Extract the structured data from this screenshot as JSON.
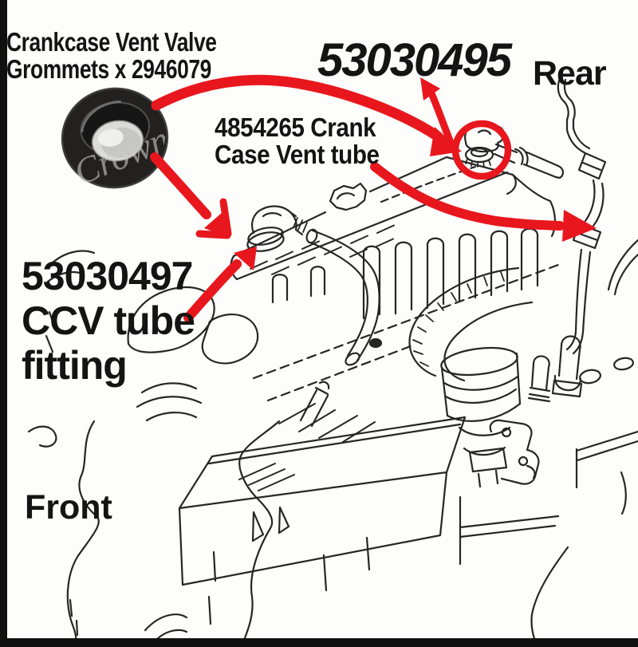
{
  "labels": {
    "grommets": {
      "line1": "Crankcase Vent Valve",
      "line2": "Grommets x 2946079"
    },
    "rear_part_number": "53030495",
    "rear": "Rear",
    "vent_tube": {
      "line1": "4854265 Crank",
      "line2": "Case Vent tube"
    },
    "ccv": {
      "line1": "53030497",
      "line2": "CCV tube",
      "line3": "fitting"
    },
    "front": "Front",
    "watermark": "Crown"
  },
  "colors": {
    "annotation_red": "#e8171d",
    "line_art_black": "#262626",
    "text_black": "#141414",
    "frame_black": "#111111",
    "grommet_rubber": "#222120",
    "page_background": "#fdfdfc"
  }
}
